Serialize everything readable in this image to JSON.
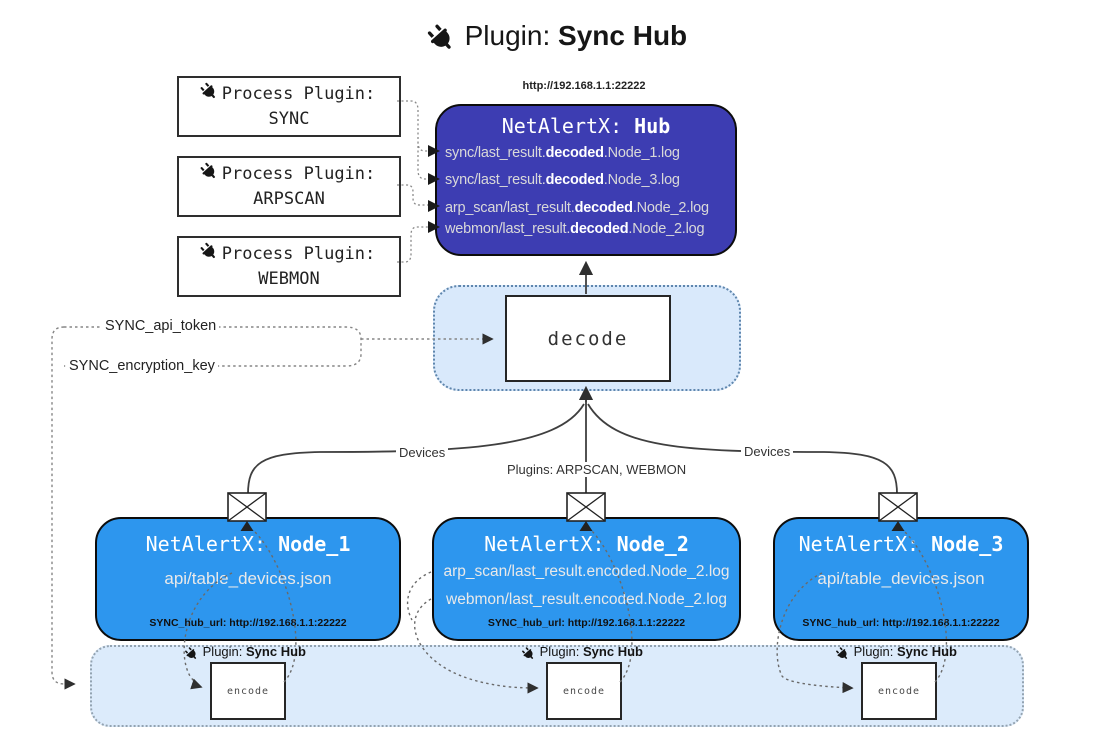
{
  "title": {
    "prefix": "Plugin:",
    "name": "Sync Hub"
  },
  "process_plugins": {
    "label": "Process Plugin:",
    "items": [
      "SYNC",
      "ARPSCAN",
      "WEBMON"
    ]
  },
  "hub": {
    "url_label": "http://192.168.1.1:22222",
    "title_prefix": "NetAlertX:",
    "title_name": "Hub",
    "files": [
      {
        "pre": "sync/last_result.",
        "bold": "decoded",
        "post": ".Node_1.log"
      },
      {
        "pre": "sync/last_result.",
        "bold": "decoded",
        "post": ".Node_3.log"
      },
      {
        "pre": "arp_scan/last_result.",
        "bold": "decoded",
        "post": ".Node_2.log"
      },
      {
        "pre": "webmon/last_result.",
        "bold": "decoded",
        "post": ".Node_2.log"
      }
    ]
  },
  "decode_box": {
    "label": "decode"
  },
  "config": {
    "api_token": "SYNC_api_token",
    "encryption_key": "SYNC_encryption_key"
  },
  "edge_labels": {
    "devices_left": "Devices",
    "devices_right": "Devices",
    "plugins": "Plugins: ARPSCAN, WEBMON"
  },
  "nodes": [
    {
      "title_prefix": "NetAlertX:",
      "title_name": "Node_1",
      "files": [
        "api/table_devices.json"
      ],
      "hub_url": "SYNC_hub_url: http://192.168.1.1:22222"
    },
    {
      "title_prefix": "NetAlertX:",
      "title_name": "Node_2",
      "files": [
        "arp_scan/last_result.encoded.Node_2.log",
        "webmon/last_result.encoded.Node_2.log"
      ],
      "hub_url": "SYNC_hub_url: http://192.168.1.1:22222"
    },
    {
      "title_prefix": "NetAlertX:",
      "title_name": "Node_3",
      "files": [
        "api/table_devices.json"
      ],
      "hub_url": "SYNC_hub_url: http://192.168.1.1:22222"
    }
  ],
  "encode_section": {
    "plugin_prefix": "Plugin:",
    "plugin_name": "Sync Hub",
    "encode_label": "encode"
  },
  "colors": {
    "hub_fill": "#3d3db2",
    "node_fill": "#2d96ee",
    "panel_fill": "#d9e9fb",
    "line_ink": "#3f3f3f"
  }
}
